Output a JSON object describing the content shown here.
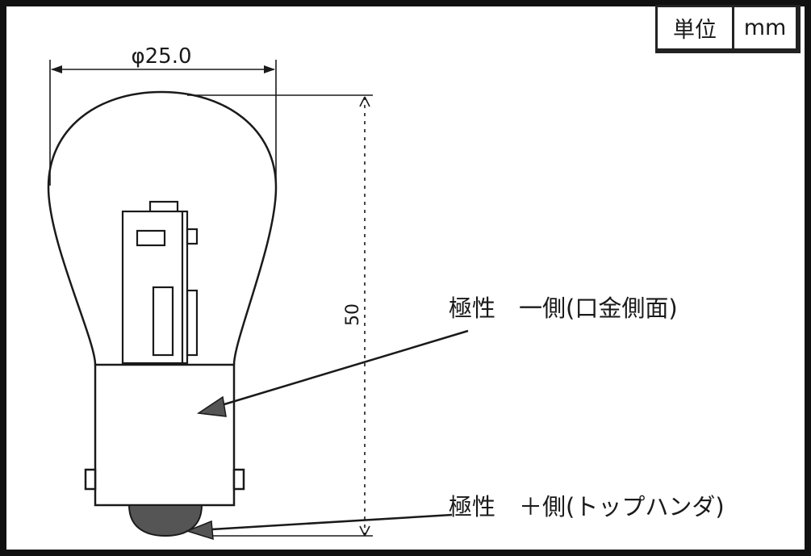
{
  "unit": {
    "label": "単位",
    "value": "mm"
  },
  "dimensions": {
    "diameter": "φ25.0",
    "height": "50"
  },
  "callouts": {
    "negative": "極性　一側(口金側面)",
    "positive": "極性　＋側(トップハンダ)"
  },
  "colors": {
    "line": "#1a1a1a",
    "fill_dark": "#555555"
  }
}
